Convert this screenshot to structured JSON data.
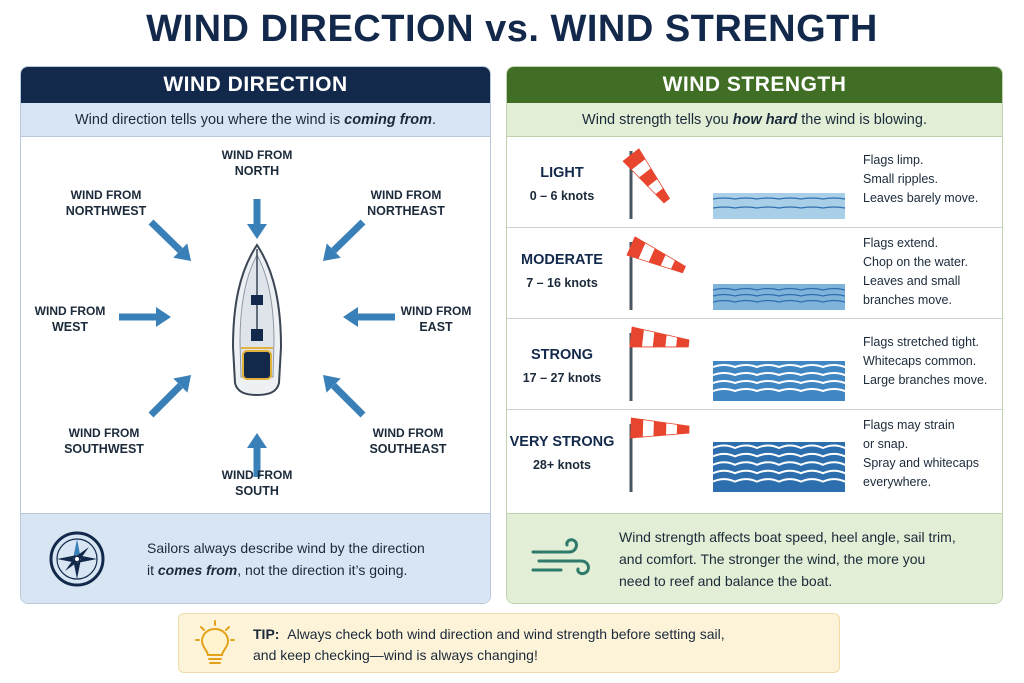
{
  "title": "WIND DIRECTION vs. WIND STRENGTH",
  "direction": {
    "header": "WIND DIRECTION",
    "subtitle_pre": "Wind direction tells you where the wind is ",
    "subtitle_em": "coming from",
    "subtitle_post": ".",
    "labels": {
      "north": [
        "WIND FROM",
        "NORTH"
      ],
      "northeast": [
        "WIND FROM",
        "NORTHEAST"
      ],
      "east": [
        "WIND FROM",
        "EAST"
      ],
      "southeast": [
        "WIND FROM",
        "SOUTHEAST"
      ],
      "south": [
        "WIND FROM",
        "SOUTH"
      ],
      "southwest": [
        "WIND FROM",
        "SOUTHWEST"
      ],
      "west": [
        "WIND FROM",
        "WEST"
      ],
      "northwest": [
        "WIND FROM",
        "NORTHWEST"
      ]
    },
    "footer_line1": "Sailors always describe wind by the direction",
    "footer_line2_em": "comes from",
    "footer_line2_pre": "it ",
    "footer_line2_post": ", not the direction it’s going.",
    "footer_icon": "compass-icon"
  },
  "strength": {
    "header": "WIND STRENGTH",
    "subtitle_pre": "Wind strength tells you ",
    "subtitle_em": "how hard",
    "subtitle_post": " the wind is blowing.",
    "levels": [
      {
        "name": "LIGHT",
        "knots": "0 – 6 knots",
        "desc": [
          "Flags limp.",
          "Small ripples.",
          "Leaves barely move."
        ],
        "sock_angle": 0.65,
        "waves": 1
      },
      {
        "name": "MODERATE",
        "knots": "7 – 16 knots",
        "desc": [
          "Flags extend.",
          "Chop on the water.",
          "Leaves and small",
          "branches move."
        ],
        "sock_angle": 0.3,
        "waves": 2
      },
      {
        "name": "STRONG",
        "knots": "17 – 27 knots",
        "desc": [
          "Flags stretched tight.",
          "Whitecaps common.",
          "Large branches move."
        ],
        "sock_angle": 0.08,
        "waves": 3
      },
      {
        "name": "VERY STRONG",
        "knots": "28+ knots",
        "desc": [
          "Flags may strain",
          "or snap.",
          "Spray and whitecaps",
          "everywhere."
        ],
        "sock_angle": 0.02,
        "waves": 4
      }
    ],
    "footer_lines": [
      "Wind strength affects boat speed, heel angle, sail trim,",
      "and comfort. The stronger the wind, the more you",
      "need to reef and balance the boat."
    ],
    "footer_icon": "wind-icon"
  },
  "tip": {
    "label": "TIP:",
    "line1": "Always check both wind direction and wind strength before setting sail,",
    "line2": "and keep checking—wind is always changing!",
    "icon": "lightbulb-icon"
  },
  "colors": {
    "navy": "#13294b",
    "green": "#3f6e24",
    "arrow": "#3a80b8",
    "sock_red": "#e8452e",
    "water": "#3f86c2"
  }
}
